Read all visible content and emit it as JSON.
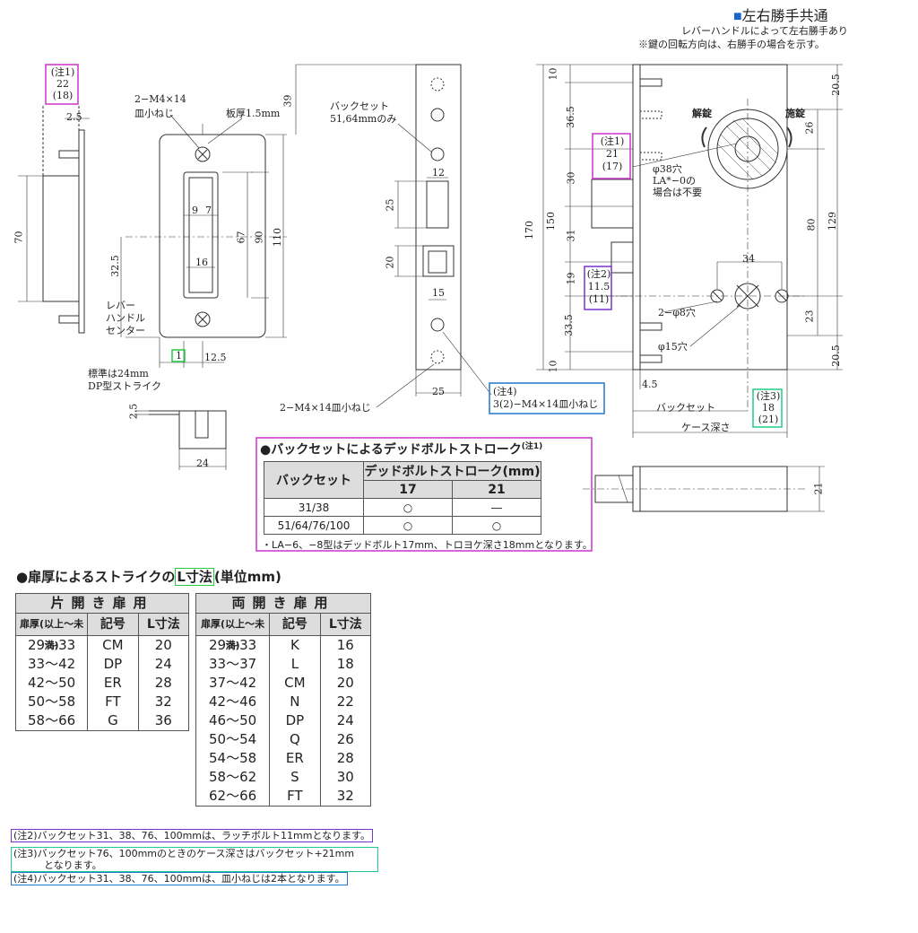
{
  "header": {
    "title": "■左右勝手共通",
    "sub1": "レバーハンドルによって左右勝手あり",
    "sub2": "※鍵の回転方向は、右勝手の場合を示す。"
  },
  "strike_drawing": {
    "note1_line1": "(注1)",
    "note1_line2": "22",
    "note1_line3": "(18)",
    "dim_2_5": "2.5",
    "dim_70": "70",
    "screw_label_1": "2−M4×14",
    "screw_label_2": "皿小ねじ",
    "plate_thickness": "板厚1.5mm",
    "dim_39": "39",
    "dim_9": "9",
    "dim_7": "7",
    "dim_67": "67",
    "dim_90": "90",
    "dim_110": "110",
    "dim_16": "16",
    "dim_32_5": "32.5",
    "lever_center_1": "レバー",
    "lever_center_2": "ハンドル",
    "lever_center_3": "センター",
    "l_box": "1",
    "dim_12_5": "12.5",
    "std_note_1": "標準は24mm",
    "std_note_2": "DP型ストライク",
    "dim_2_5b": "2.5",
    "dim_24": "24"
  },
  "front_drawing": {
    "backset_note_1": "バックセット",
    "backset_note_2": "51,64mmのみ",
    "dim_12": "12",
    "dim_25a": "25",
    "dim_20": "20",
    "dim_15": "15",
    "dim_25b": "25",
    "screw_label": "2−M4×14皿小ねじ",
    "note4_line1": "(注4)",
    "note4_line2": "3(2)−M4×14皿小ねじ"
  },
  "side_drawing": {
    "dim_10a": "10",
    "dim_36_5": "36.5",
    "dim_30": "30",
    "dim_150": "150",
    "dim_170": "170",
    "dim_31": "31",
    "dim_19": "19",
    "dim_33_5": "33.5",
    "dim_10b": "10",
    "note1_line1": "(注1)",
    "note1_line2": "21",
    "note1_line3": "(17)",
    "hole38": "φ38穴",
    "la_note_1": "LA*−0の",
    "la_note_2": "場合は不要",
    "unlock": "解錠",
    "lock": "施錠",
    "dim_20_5a": "20.5",
    "dim_26": "26",
    "dim_80": "80",
    "dim_129": "129",
    "dim_34": "34",
    "note2_line1": "(注2)",
    "note2_line2": "11.5",
    "note2_line3": "(11)",
    "hole8": "2−φ8穴",
    "hole15": "φ15穴",
    "dim_23": "23",
    "dim_20_5b": "20.5",
    "dim_4_5": "4.5",
    "backset": "バックセット",
    "note3_line1": "(注3)",
    "note3_line2": "18",
    "note3_line3": "(21)",
    "case_depth": "ケース深さ",
    "dim_21": "21"
  },
  "stroke_table": {
    "title": "●バックセットによるデッドボルトストローク",
    "title_note": "(注1)",
    "col_backset": "バックセット",
    "col_stroke": "デッドボルトストローク(mm)",
    "col_17": "17",
    "col_21": "21",
    "rows": [
      {
        "backset": "31/38",
        "s17": "○",
        "s21": "―"
      },
      {
        "backset": "51/64/76/100",
        "s17": "○",
        "s21": "○"
      }
    ],
    "footnote": "・LA−6、−8型はデッドボルト17mm、トロヨケ深さ18mmとなります。"
  },
  "l_tables": {
    "title_prefix": "●扉厚によるストライクの",
    "title_highlight": "L寸法",
    "title_suffix": "(単位mm)",
    "single": {
      "caption": "片開き扉用",
      "h1": "扉厚(以上〜未満)",
      "h2": "記号",
      "h3": "L寸法",
      "rows": [
        [
          "29〜33",
          "CM",
          "20"
        ],
        [
          "33〜42",
          "DP",
          "24"
        ],
        [
          "42〜50",
          "ER",
          "28"
        ],
        [
          "50〜58",
          "FT",
          "32"
        ],
        [
          "58〜66",
          "G",
          "36"
        ]
      ]
    },
    "double": {
      "caption": "両開き扉用",
      "h1": "扉厚(以上〜未満)",
      "h2": "記号",
      "h3": "L寸法",
      "rows": [
        [
          "29〜33",
          "K",
          "16"
        ],
        [
          "33〜37",
          "L",
          "18"
        ],
        [
          "37〜42",
          "CM",
          "20"
        ],
        [
          "42〜46",
          "N",
          "22"
        ],
        [
          "46〜50",
          "DP",
          "24"
        ],
        [
          "50〜54",
          "Q",
          "26"
        ],
        [
          "54〜58",
          "ER",
          "28"
        ],
        [
          "58〜62",
          "S",
          "30"
        ],
        [
          "62〜66",
          "FT",
          "32"
        ]
      ]
    }
  },
  "notes": {
    "note2": "(注2)バックセット31、38、76、100mmは、ラッチボルト11mmとなります。",
    "note3_a": "(注3)バックセット76、100mmのときのケース深さはバックセット+21mm",
    "note3_b": "となります。",
    "note4": "(注4)バックセット31、38、76、100mmは、皿小ねじは2本となります。"
  },
  "colors": {
    "magenta": "#cc33cc",
    "green": "#22cc44",
    "teal": "#22cc88",
    "purple": "#7733cc",
    "blue": "#2277cc",
    "header_blue": "#1a66cc"
  }
}
